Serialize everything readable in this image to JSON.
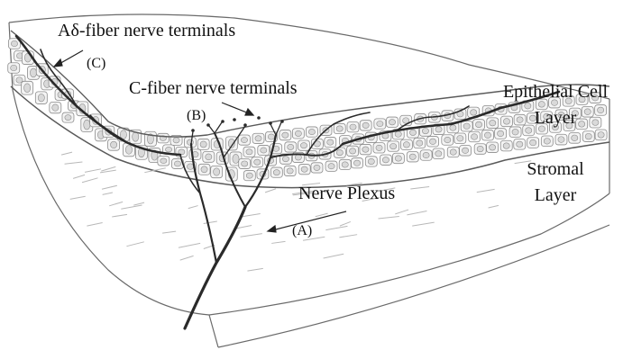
{
  "labels": {
    "a_delta_terminals": "Aδ-fiber nerve terminals",
    "marker_c": "(C)",
    "c_fiber_terminals": "C-fiber nerve terminals",
    "marker_b": "(B)",
    "epithelial_line1": "Epithelial Cell",
    "epithelial_line2": "Layer",
    "stromal_line1": "Stromal",
    "stromal_line2": "Layer",
    "nerve_plexus": "Nerve Plexus",
    "marker_a": "(A)"
  },
  "colors": {
    "ink": "#222222",
    "nerve": "#2a2a2a",
    "cell_fill": "#d9d9d9",
    "cell_outline": "#8c8c8c",
    "surface_edge": "#5a5a5a",
    "stroma_texture": "#b8b8b8"
  }
}
